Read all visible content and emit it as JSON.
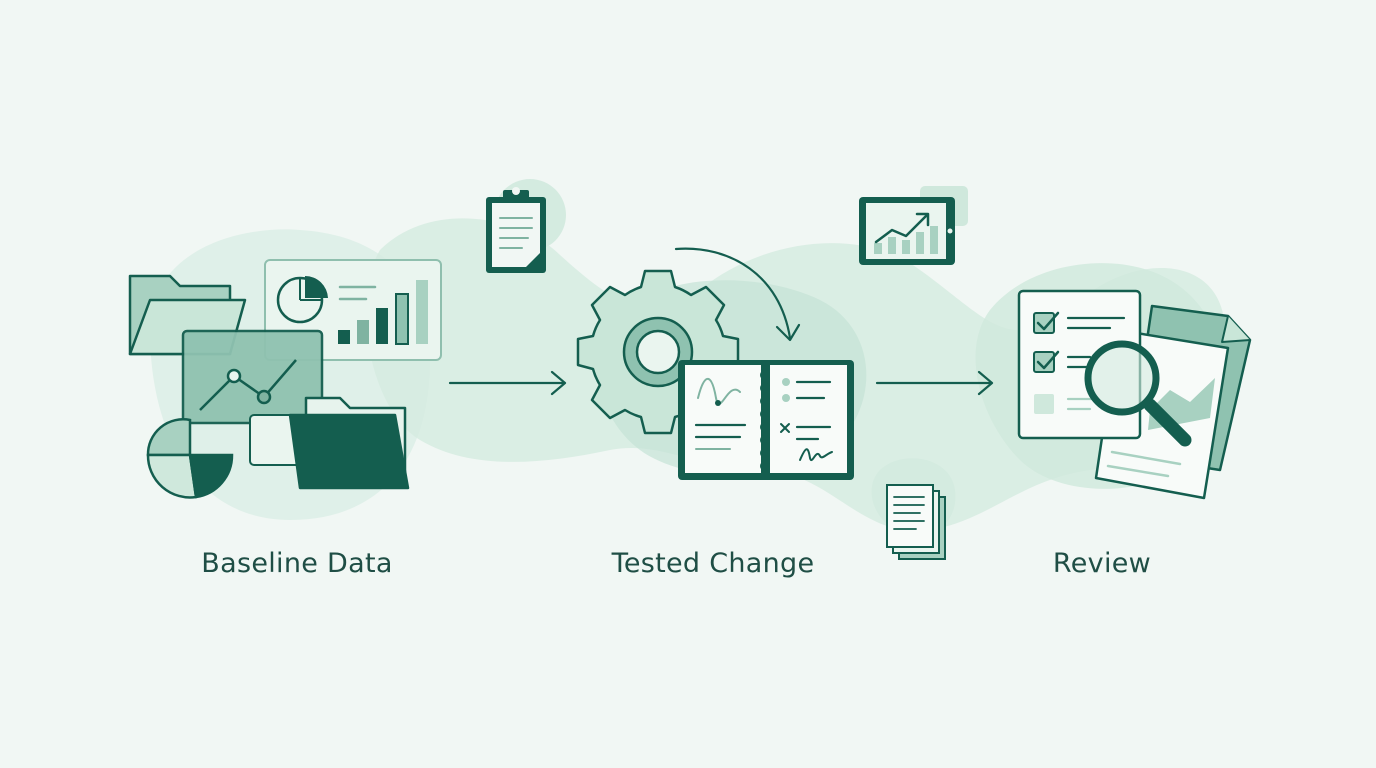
{
  "colors": {
    "background": "#f1f7f4",
    "dark": "#145e4f",
    "medium": "#7fb3a1",
    "light": "#cfe8dc",
    "pale": "#e7f3ed",
    "paper": "#f8fbf9",
    "label_text": "#1f4e45"
  },
  "stages": [
    {
      "id": "baseline",
      "label": "Baseline Data",
      "icons": [
        "folder-icon",
        "pie-chart-icon",
        "bar-chart-icon",
        "line-chart-icon",
        "clipboard-icon"
      ]
    },
    {
      "id": "tested",
      "label": "Tested Change",
      "icons": [
        "gear-icon",
        "notebook-icon",
        "curved-arrow-icon",
        "tablet-chart-icon"
      ]
    },
    {
      "id": "review",
      "label": "Review",
      "icons": [
        "checklist-icon",
        "magnifier-icon",
        "report-document-icon",
        "document-stack-icon"
      ]
    }
  ],
  "connectors": [
    {
      "from": "baseline",
      "to": "tested"
    },
    {
      "from": "tested",
      "to": "review"
    }
  ]
}
